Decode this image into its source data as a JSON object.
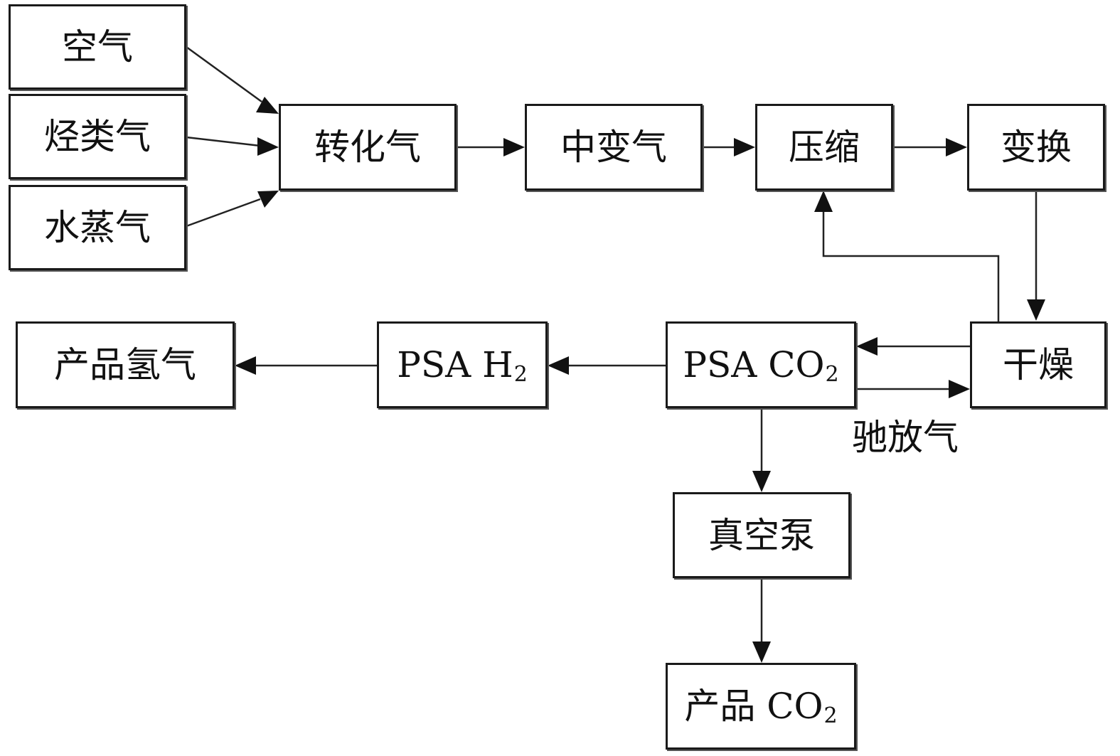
{
  "nodes": {
    "air": "空气",
    "hydrocarbon_gas": "烃类气",
    "steam": "水蒸气",
    "reformed_gas": "转化气",
    "medium_shift_gas": "中变气",
    "compression": "压缩",
    "shift": "变换",
    "drying": "干燥",
    "psa_co2": {
      "main": "PSA CO",
      "sub": "2"
    },
    "psa_h2": {
      "main": "PSA H",
      "sub": "2"
    },
    "product_hydrogen": "产品氢气",
    "vacuum_pump": "真空泵",
    "product_co2": {
      "main": "产品 CO",
      "sub": "2"
    }
  },
  "edge_labels": {
    "purge_gas": "驰放气"
  }
}
